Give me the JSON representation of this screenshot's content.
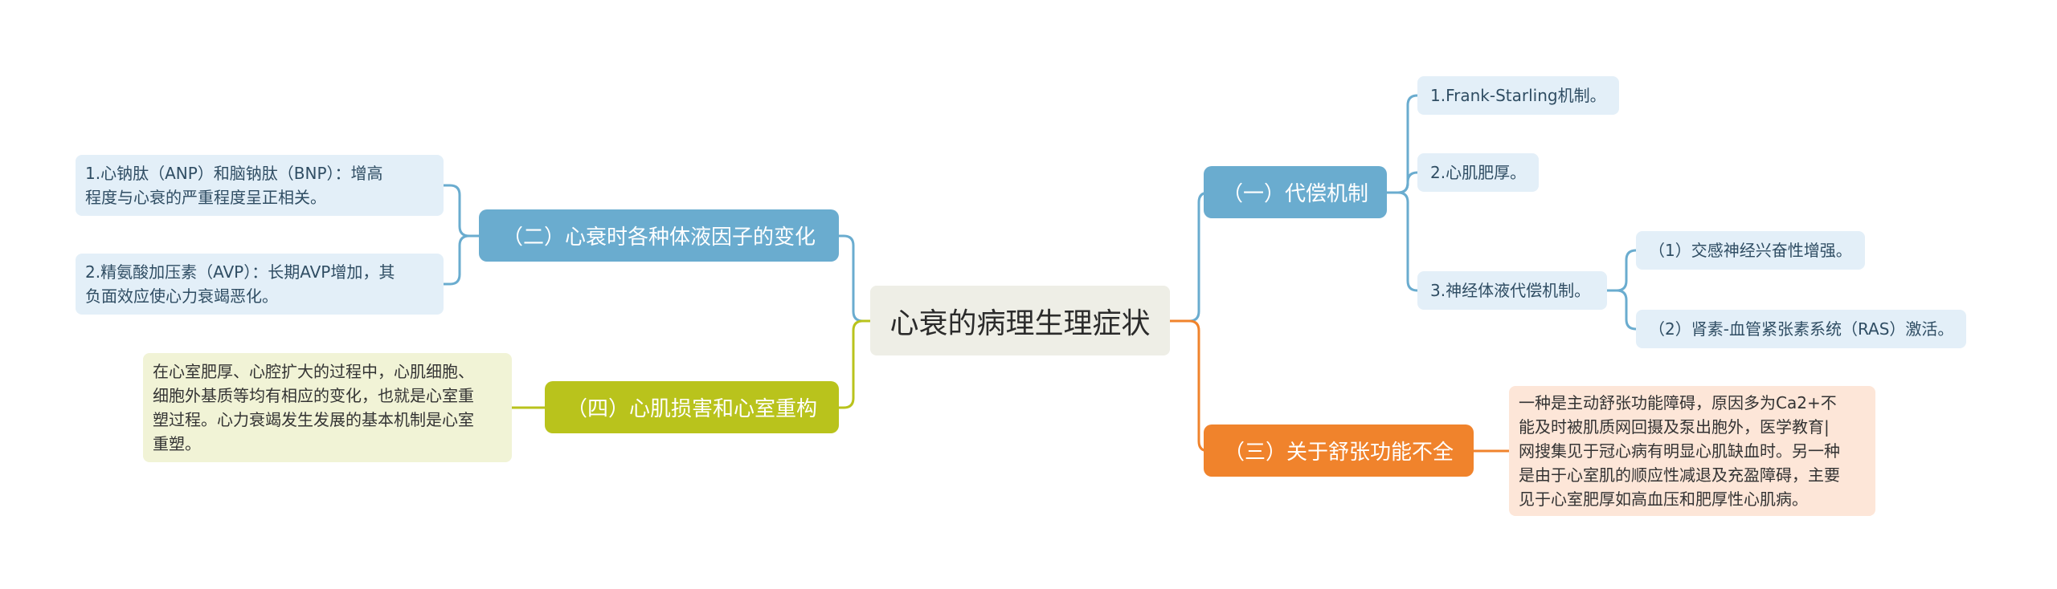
{
  "root": {
    "label": "心衰的病理生理症状"
  },
  "branches": {
    "b1": {
      "label": "（一）代偿机制",
      "color": "#6aaccf",
      "children": {
        "c1": "1.Frank-Starling机制。",
        "c2": "2.心肌肥厚。",
        "c3": {
          "label": "3.神经体液代偿机制。",
          "children": {
            "g1": "（1）交感神经兴奋性增强。",
            "g2": "（2）肾素-血管紧张素系统（RAS）激活。"
          }
        }
      }
    },
    "b2": {
      "label": "（二）心衰时各种体液因子的变化",
      "color": "#6aaccf",
      "children": {
        "c1": [
          "1.心钠肽（ANP）和脑钠肽（BNP）：增高",
          "程度与心衰的严重程度呈正相关。"
        ],
        "c2": [
          "2.精氨酸加压素（AVP）：长期AVP增加，其",
          "负面效应使心力衰竭恶化。"
        ]
      }
    },
    "b3": {
      "label": "（三）关于舒张功能不全",
      "color": "#f0832c",
      "children": {
        "c1": [
          "一种是主动舒张功能障碍，原因多为Ca2+不",
          "能及时被肌质网回摄及泵出胞外，医学教育|",
          "网搜集见于冠心病有明显心肌缺血时。另一种",
          "是由于心室肌的顺应性减退及充盈障碍，主要",
          "见于心室肥厚如高血压和肥厚性心肌病。"
        ]
      }
    },
    "b4": {
      "label": "（四）心肌损害和心室重构",
      "color": "#b9c31c",
      "children": {
        "c1": [
          "在心室肥厚、心腔扩大的过程中，心肌细胞、",
          "细胞外基质等均有相应的变化，也就是心室重",
          "塑过程。心力衰竭发生发展的基本机制是心室",
          "重塑。"
        ]
      }
    }
  }
}
